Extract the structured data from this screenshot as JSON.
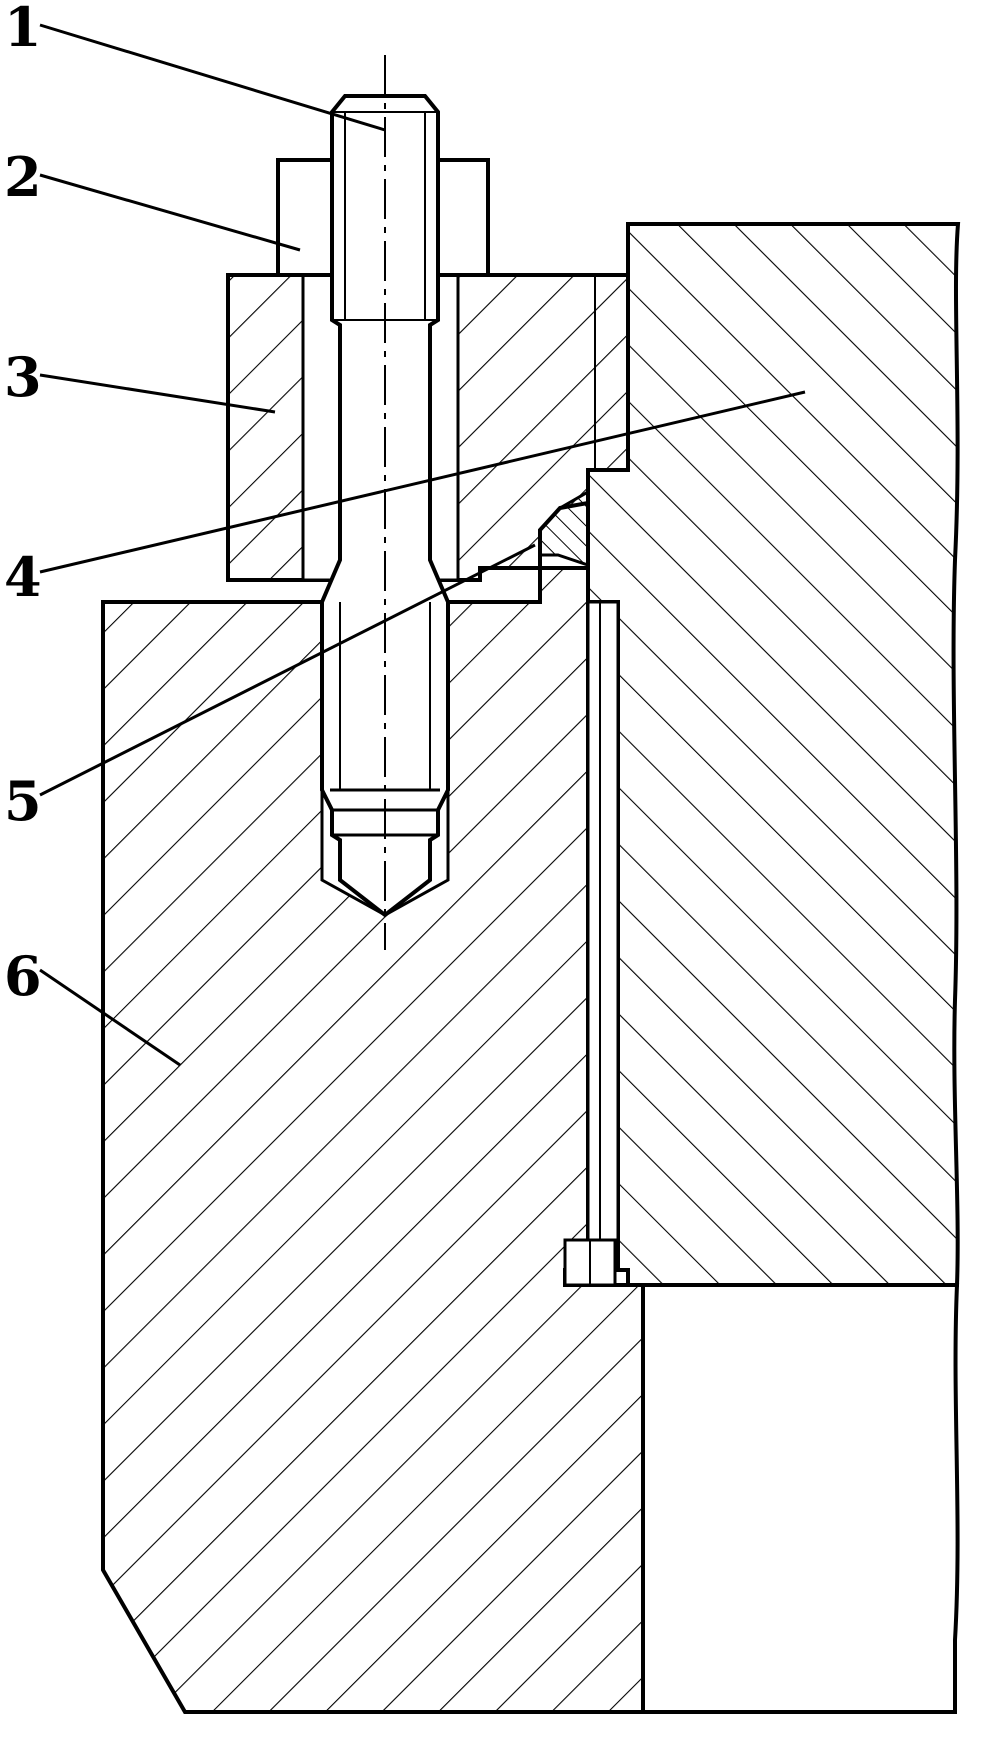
{
  "labels": [
    {
      "key": "1",
      "text": "1"
    },
    {
      "key": "2",
      "text": "2"
    },
    {
      "key": "3",
      "text": "3"
    },
    {
      "key": "4",
      "text": "4"
    },
    {
      "key": "5",
      "text": "5"
    },
    {
      "key": "6",
      "text": "6"
    }
  ],
  "colors": {
    "ink": "#000000",
    "paper": "#ffffff"
  }
}
